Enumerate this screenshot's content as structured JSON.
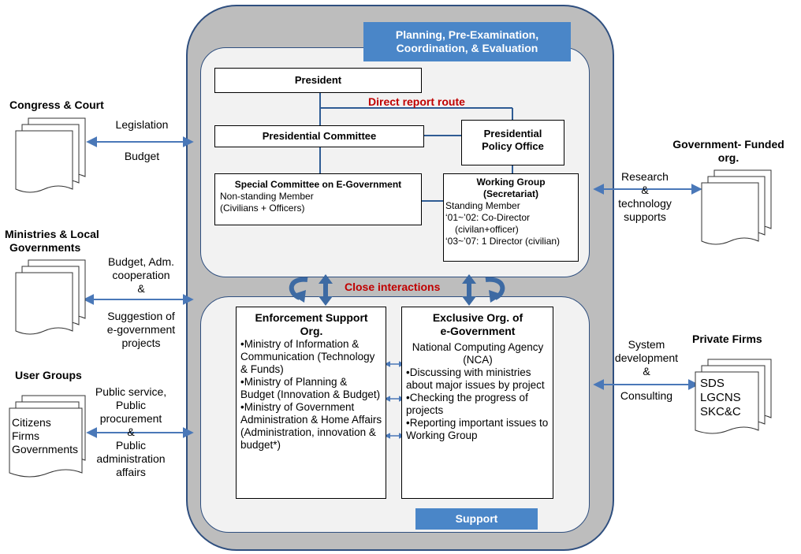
{
  "planning_label": "Planning, Pre-Examination, Coordination, & Evaluation",
  "support_label": "Support",
  "president": "President",
  "direct_report": "Direct report route",
  "presidential_committee": "Presidential Committee",
  "policy_office": "Presidential Policy Office",
  "special_committee": {
    "title": "Special Committee on E-Government",
    "line1": "Non-standing Member",
    "line2": "(Civilians + Officers)"
  },
  "working_group": {
    "title1": "Working Group",
    "title2": "(Secretariat)",
    "lines": [
      "Standing Member",
      "‘01~’02: Co-Director",
      "(civilan+officer)",
      "‘03~’07: 1 Director (civilian)"
    ]
  },
  "close_interactions": "Close interactions",
  "enforcement": {
    "title1": "Enforcement Support",
    "title2": "Org.",
    "items": [
      "Ministry of Information & Communication (Technology & Funds)",
      "Ministry of Planning & Budget (Innovation & Budget)",
      "Ministry of Government Administration & Home Affairs (Administration, innovation & budget*)"
    ]
  },
  "exclusive": {
    "title1": "Exclusive Org. of",
    "title2": "e-Government",
    "agency": "National Computing Agency (NCA)",
    "items": [
      "Discussing with ministries about major issues by project",
      "Checking the progress of projects",
      "Reporting important issues to Working Group"
    ]
  },
  "left": {
    "congress": {
      "title": "Congress & Court",
      "t1": "Legislation",
      "t2": "Budget"
    },
    "ministries": {
      "title1": "Ministries & Local",
      "title2": "Governments",
      "lines": [
        "Budget, Adm.",
        "cooperation",
        "&",
        "Suggestion of",
        "e-government",
        "projects"
      ]
    },
    "users": {
      "title": "User Groups",
      "docs": [
        "Citizens",
        "Firms",
        "Governments"
      ],
      "lines": [
        "Public service,",
        "Public",
        "procurement",
        "&",
        "Public",
        "administration",
        "affairs"
      ]
    }
  },
  "right": {
    "funded": {
      "title1": "Government- Funded",
      "title2": "org.",
      "lines": [
        "Research",
        "&",
        "technology",
        "supports"
      ]
    },
    "private": {
      "title": "Private Firms",
      "docs": [
        "SDS",
        "LGCNS",
        "SKC&C"
      ],
      "lines": [
        "System",
        "development",
        "&",
        "Consulting"
      ]
    }
  }
}
